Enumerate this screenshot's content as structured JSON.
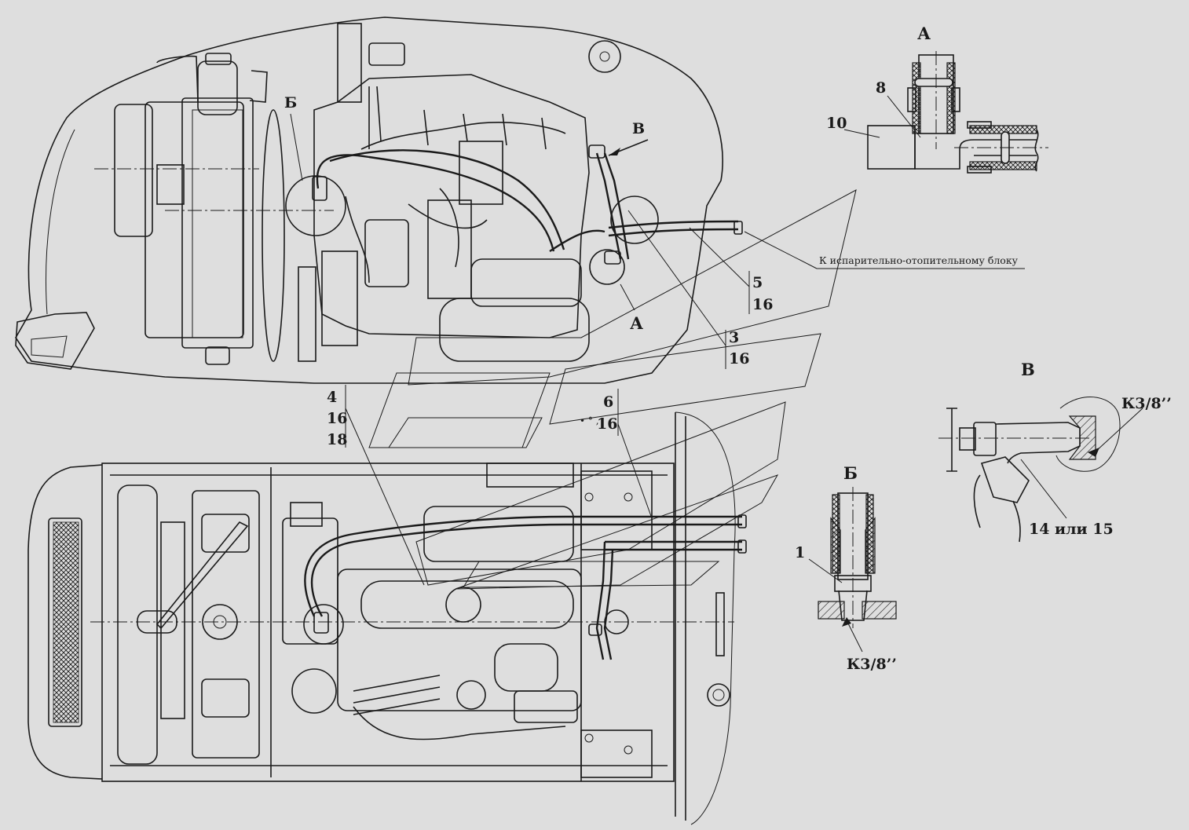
{
  "views": {
    "A": "А",
    "B": "Б",
    "V": "В"
  },
  "detail_A": {
    "title": "А",
    "part_10": "10",
    "part_8": "8"
  },
  "detail_B": {
    "title": "Б",
    "part_1": "1",
    "thread": "К3/8’’"
  },
  "detail_V": {
    "title": "В",
    "thread": "К3/8’’",
    "parts": "14 или 15"
  },
  "top_view": {
    "label_B": "Б",
    "label_V": "В",
    "label_A": "А",
    "destination": "К испарительно-отопительному блоку",
    "callout_5": [
      "5",
      "16"
    ],
    "callout_3": [
      "3",
      "16"
    ]
  },
  "bottom_view": {
    "callout_4": [
      "4",
      "16",
      "18"
    ],
    "callout_6": [
      "6",
      "16"
    ]
  }
}
